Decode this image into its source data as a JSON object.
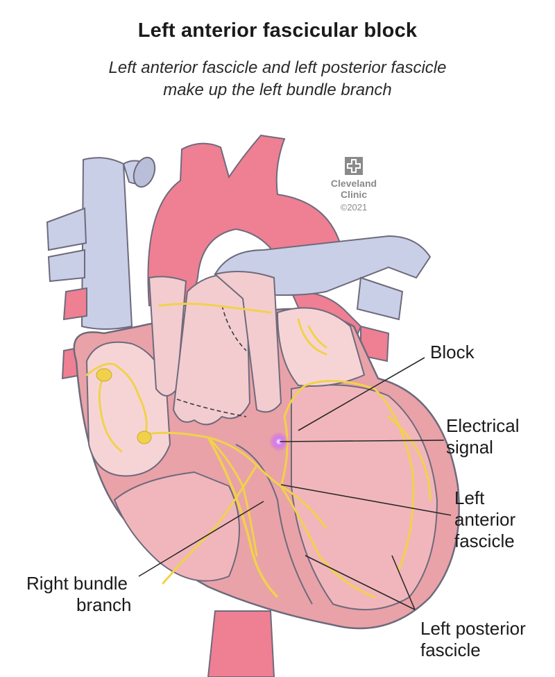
{
  "title": "Left anterior fascicular block",
  "subtitle": {
    "line1": "Left anterior fascicle and left posterior fascicle",
    "line2": "make up the left bundle branch"
  },
  "logo": {
    "line1": "Cleveland",
    "line2": "Clinic",
    "copyright": "©2021",
    "icon": "cleveland-clinic-cross-icon"
  },
  "labels": {
    "block": "Block",
    "electrical_signal": {
      "line1": "Electrical",
      "line2": "signal"
    },
    "left_anterior_fascicle": {
      "line1": "Left",
      "line2": "anterior",
      "line3": "fascicle"
    },
    "right_bundle_branch": {
      "line1": "Right bundle",
      "line2": "branch"
    },
    "left_posterior_fascicle": {
      "line1": "Left posterior",
      "line2": "fascicle"
    }
  },
  "colors": {
    "vessel_blue": "#c9cfe6",
    "aorta_red": "#ef7f93",
    "muscle_pink": "#e9a2a8",
    "chamber_light": "#f6d4d6",
    "conduction_yellow": "#f0d24a",
    "signal_purple": "#c65bf0"
  }
}
